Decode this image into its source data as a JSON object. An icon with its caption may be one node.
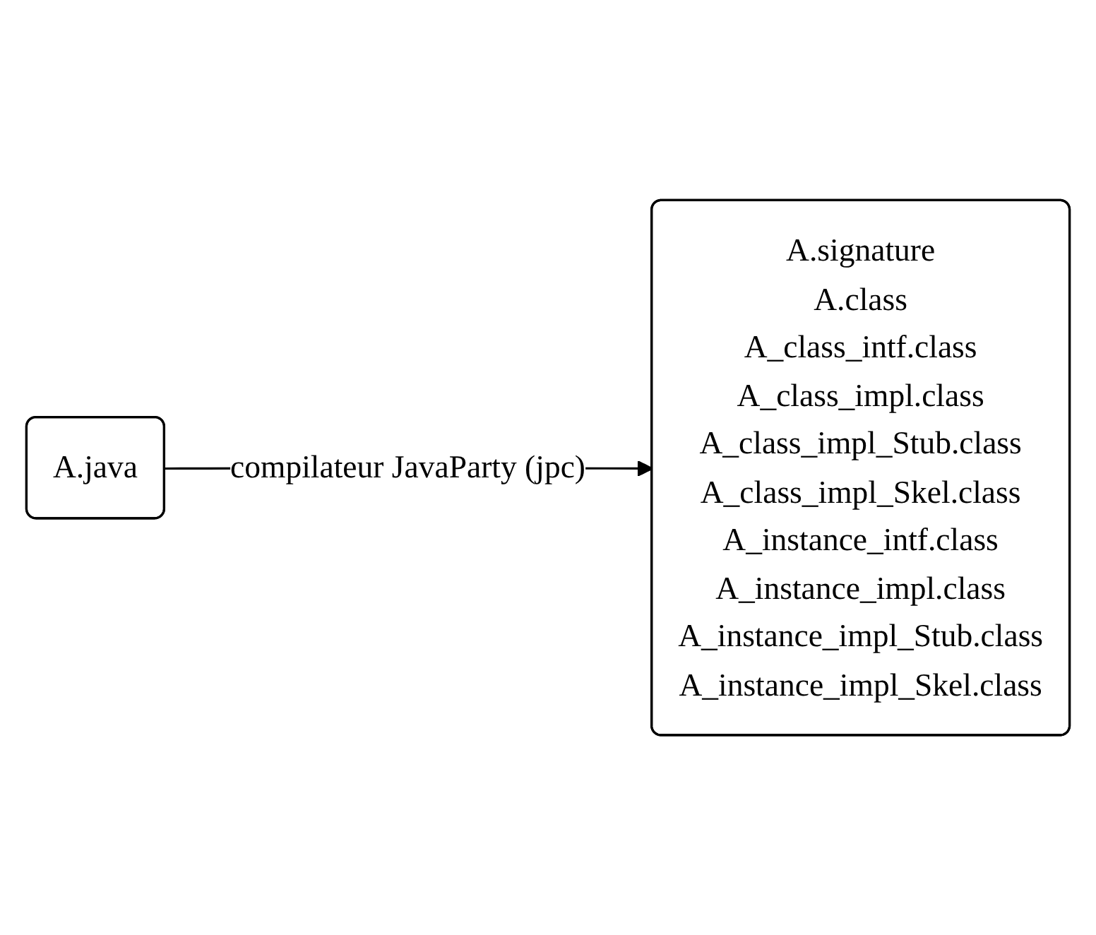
{
  "diagram": {
    "nodes": [
      {
        "text": [
          "A.java"
        ]
      },
      {
        "text": [
          "A.signature",
          "A.class",
          "A_class_intf.class",
          "A_class_impl.class",
          "A_class_impl_Stub.class",
          "A_class_impl_Skel.class",
          "A_instance_intf.class",
          "A_instance_impl.class",
          "A_instance_impl_Stub.class",
          "A_instance_impl_Skel.class"
        ]
      }
    ],
    "edges": [
      {
        "from": 0,
        "to": 1,
        "arrow": "to",
        "label": "compilateur JavaParty (jpc)"
      }
    ]
  }
}
